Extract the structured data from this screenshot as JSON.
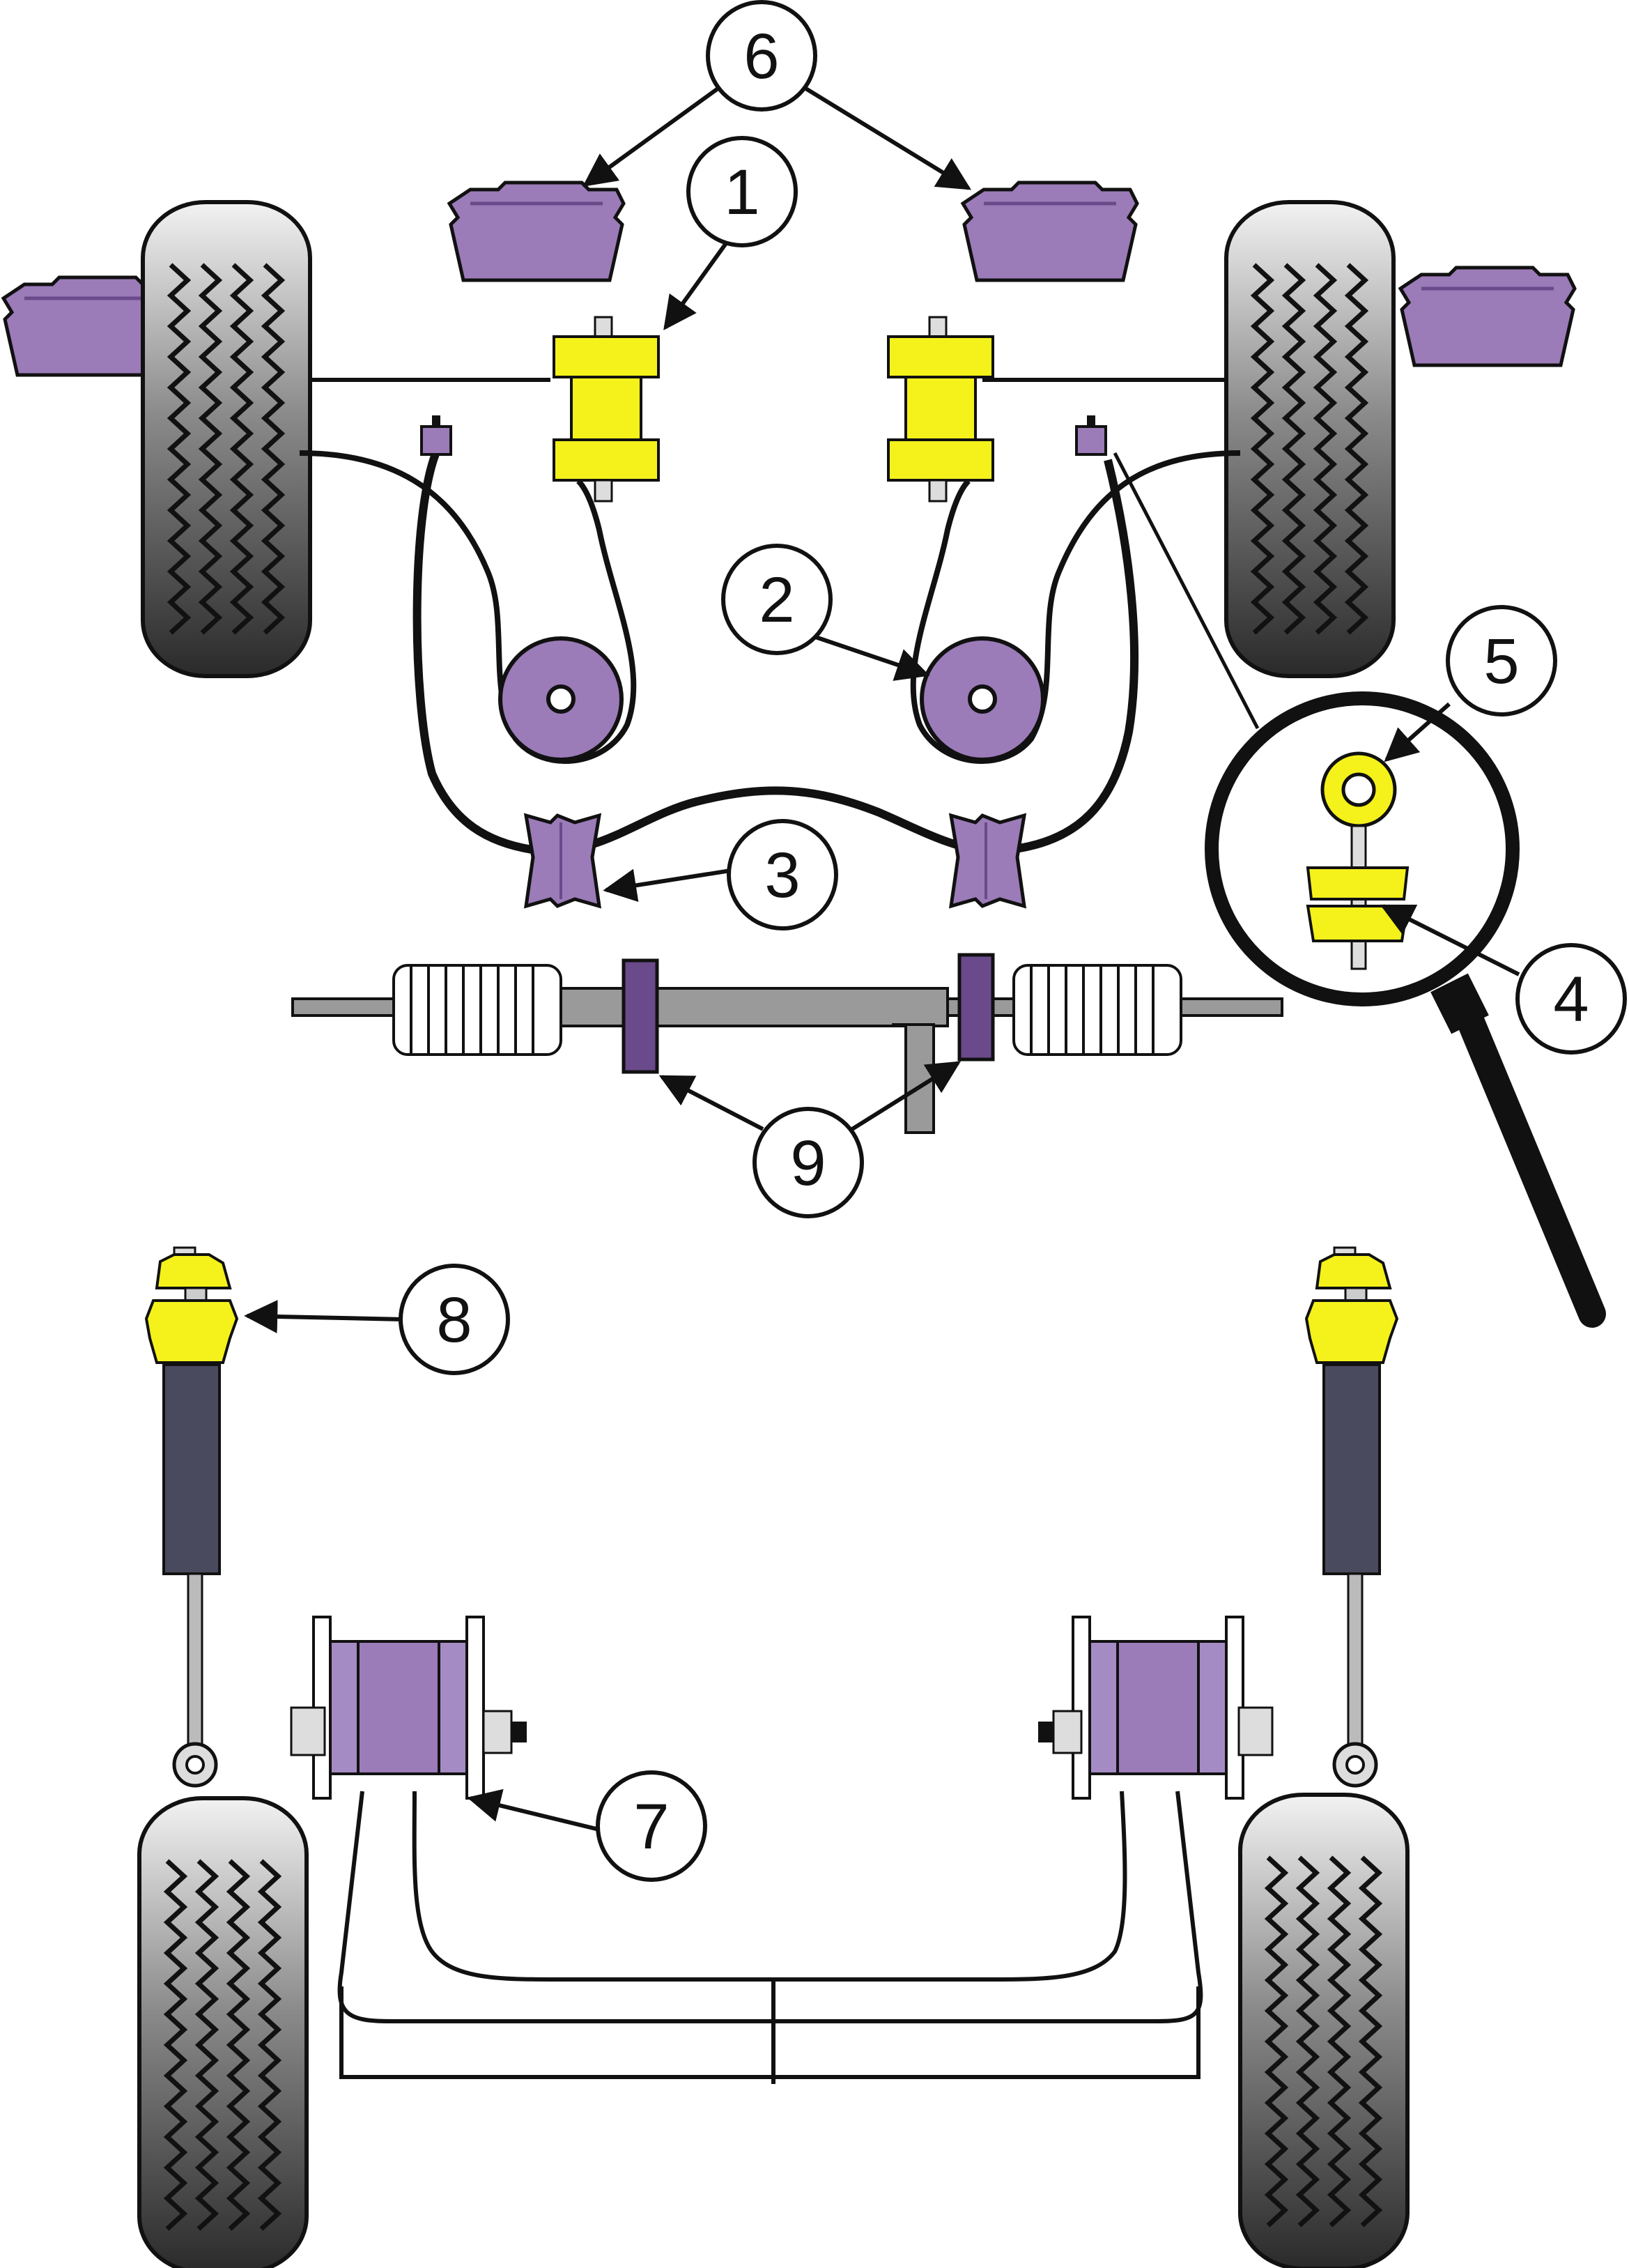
{
  "callouts": [
    {
      "id": 1,
      "label": "1"
    },
    {
      "id": 2,
      "label": "2"
    },
    {
      "id": 3,
      "label": "3"
    },
    {
      "id": 4,
      "label": "4"
    },
    {
      "id": 5,
      "label": "5"
    },
    {
      "id": 6,
      "label": "6"
    },
    {
      "id": 7,
      "label": "7"
    },
    {
      "id": 8,
      "label": "8"
    },
    {
      "id": 9,
      "label": "9"
    }
  ],
  "colors": {
    "purple_bush": "#9b7bb8",
    "purple_dark": "#6a4a8a",
    "yellow_bush": "#f4f21a",
    "tyre": "#3a3a3a",
    "shock_body": "#4a4a5e",
    "steering_rack": "#9a9a9a"
  },
  "icons": {
    "tyre": "tyre-icon",
    "bush": "bush-icon",
    "shock": "shock-absorber-icon",
    "magnifier": "magnifier-icon"
  }
}
